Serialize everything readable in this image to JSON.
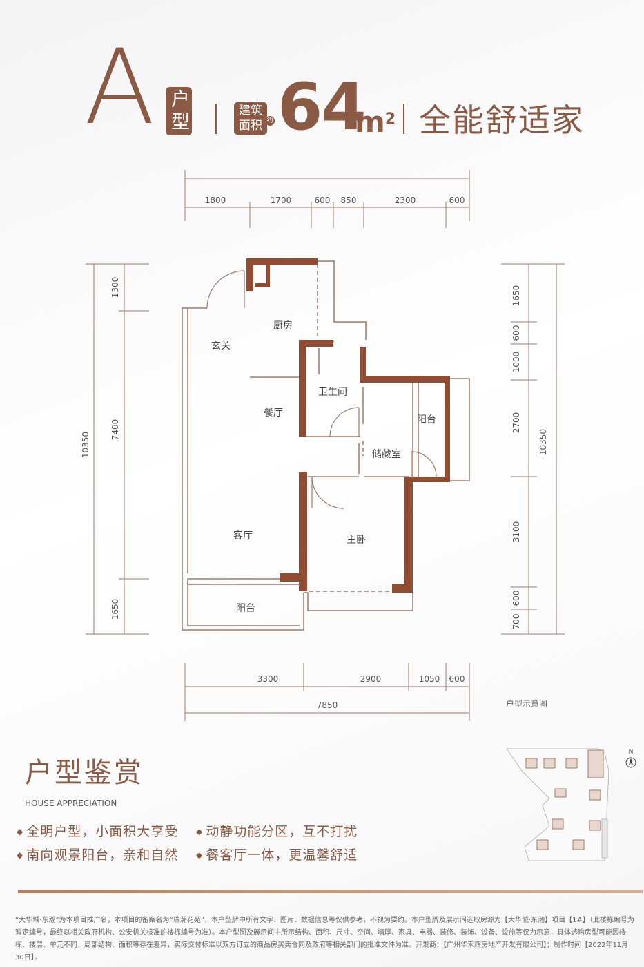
{
  "header": {
    "unit_letter": "A",
    "type_label": "户型",
    "area_label_line1": "建筑",
    "area_label_line2": "面积",
    "approx_badge": "约",
    "area_value": "64",
    "area_unit": "m",
    "area_unit_exp": "2",
    "slogan": "全能舒适家"
  },
  "dimensions": {
    "top": [
      "1800",
      "1700",
      "600",
      "850",
      "2300",
      "600"
    ],
    "bottom": [
      "3300",
      "2900",
      "1050",
      "600"
    ],
    "bottom_total": "7850",
    "left": [
      "1300",
      "7400",
      "1650"
    ],
    "left_total": "10350",
    "right": [
      "1650",
      "600",
      "1000",
      "2700",
      "3100",
      "600",
      "700"
    ],
    "right_total": "10350"
  },
  "rooms": {
    "entry": "玄关",
    "kitchen": "厨房",
    "bathroom": "卫生间",
    "dining": "餐厅",
    "balcony_east": "阳台",
    "storage": "储藏室",
    "living": "客厅",
    "master_bedroom": "主卧",
    "balcony_south": "阳台"
  },
  "minimap": {
    "label": "户型示意图",
    "north": "N"
  },
  "appreciation": {
    "title": "户型鉴赏",
    "subtitle": "HOUSE APPRECIATION",
    "features": [
      "全明户型，小面积大享受",
      "动静功能分区，互不打扰",
      "南向观景阳台，亲和自然",
      "餐客厅一体，更温馨舒适"
    ]
  },
  "disclaimer": "“大华城·东瀚”为本项目推广名，本项目的备案名为“瑞瀚花苑”，本户型牌中所有文字、图片、数据信息等仅供参考，不视为要约。本户型牌及展示间选取房源为【大华城·东瀚】项目【1#】（此楼栋编号为暂定编号，最终以相关政府机构、公安机关核准的楼栋编号为准）。本户型图及展示间中所示结构、面积、尺寸、空间、墙厚、家具、电器、装修、装饰、设备、设施等仅为示意，具体选购房型可能因楼栋、楼层、单元不同，局部结构、面积等存在差异，实际交付标准以双方订立的商品房买卖合同及政府等相关部门的批准文件为准。开发商：【广州华禾辉房地产开发有限公司】；制作时间【2022年11月30日】。",
  "colors": {
    "brand": "#8a5a44",
    "wall": "#8f4e33",
    "line": "#a07a68",
    "rule_start": "#b08266",
    "rule_end": "#d8b29c"
  }
}
